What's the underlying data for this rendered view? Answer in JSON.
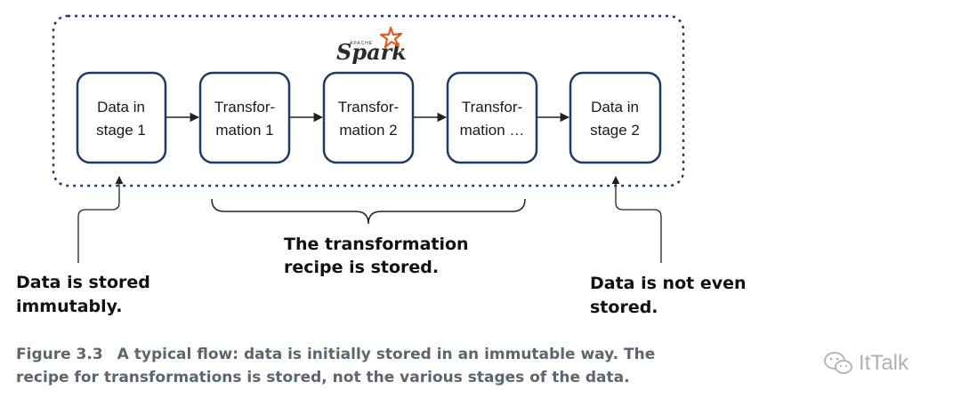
{
  "diagram": {
    "logo": {
      "apache": "APACHE",
      "name": "Spark"
    },
    "boxes": [
      {
        "line1": "Data in",
        "line2": "stage 1"
      },
      {
        "line1": "Transfor-",
        "line2": "mation 1"
      },
      {
        "line1": "Transfor-",
        "line2": "mation 2"
      },
      {
        "line1": "Transfor-",
        "line2": "mation …"
      },
      {
        "line1": "Data in",
        "line2": "stage 2"
      }
    ],
    "callouts": {
      "left": {
        "line1": "Data is stored",
        "line2": "immutably."
      },
      "middle": {
        "line1": "The transformation",
        "line2": "recipe is stored."
      },
      "right": {
        "line1": "Data is not even",
        "line2": "stored."
      }
    },
    "colors": {
      "box_border": "#1f3b63",
      "dotted_frame": "#1f3b63",
      "arrow": "#222222"
    }
  },
  "caption": {
    "label": "Figure 3.3",
    "text_line1": "A typical flow: data is initially stored in an immutable way. The",
    "text_line2": "recipe for transformations is stored, not the various stages of the data."
  },
  "watermark": {
    "text": "ItTalk",
    "icon": "wechat-icon"
  }
}
